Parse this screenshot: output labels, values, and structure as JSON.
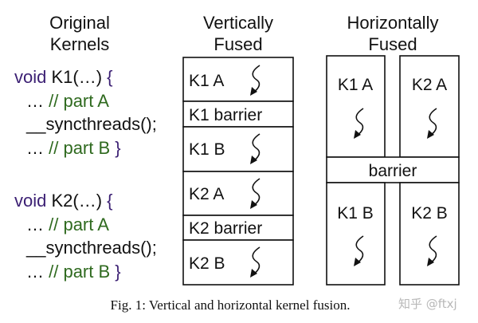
{
  "titles": {
    "original": [
      "Original",
      "Kernels"
    ],
    "vertical": [
      "Vertically",
      "Fused"
    ],
    "horizontal": [
      "Horizontally",
      "Fused"
    ]
  },
  "code": [
    {
      "void": "void",
      "name": " K1(…) ",
      "open": "{",
      "partA_dots": "… ",
      "partA": "// part A",
      "sync": "__syncthreads();",
      "partB_dots": "… ",
      "partB": "// part B ",
      "close": "}"
    },
    {
      "void": "void",
      "name": " K2(…) ",
      "open": "{",
      "partA_dots": "… ",
      "partA": "// part A",
      "sync": "__syncthreads();",
      "partB_dots": "… ",
      "partB": "// part B ",
      "close": "}"
    }
  ],
  "vertical_blocks": [
    "K1 A",
    "K1 barrier",
    "K1 B",
    "K2 A",
    "K2 barrier",
    "K2 B"
  ],
  "horizontal_blocks": {
    "k1a": "K1 A",
    "k2a": "K2 A",
    "barrier": "barrier",
    "k1b": "K1 B",
    "k2b": "K2 B"
  },
  "caption": "Fig. 1: Vertical and horizontal kernel fusion.",
  "watermark": "知乎 @ftxj",
  "colors": {
    "keyword": "#3b1f73",
    "comment": "#2f6a1f"
  }
}
